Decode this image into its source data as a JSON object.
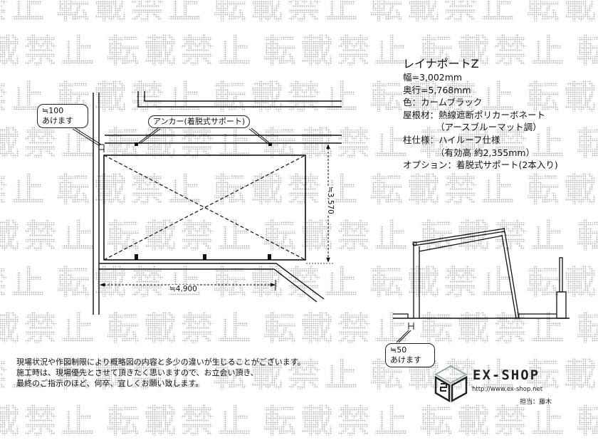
{
  "watermark": {
    "text": "転載禁止",
    "color": "#b8b8b8"
  },
  "spec": {
    "title": "レイナポートZ",
    "lines": [
      "幅=3,002mm",
      "奥行=5,768mm",
      "色：カームブラック",
      "屋根材：熱線遮断ポリカーボネート",
      "（アースブルーマット調）",
      "柱仕様：ハイルーフ仕様",
      "（有効高 約2,355mm）",
      "オプション：着脱式サポート(2本入り)"
    ]
  },
  "plan_view": {
    "callout_gap_top": {
      "line1": "≒100",
      "line2": "あけます"
    },
    "callout_anchor": "アンカー(着脱式サポート)",
    "dim_depth": "≒3,570",
    "dim_width": "≒4,900"
  },
  "side_view": {
    "callout_gap_bottom": {
      "line1": "≒50",
      "line2": "あけます"
    }
  },
  "note": {
    "lines": [
      "現場状況や作図制限により概略図の内容と多少の違いが生じることがございます。",
      "施工時は、現場優先とさせて頂きたく思いますので、お立会い頂き、",
      "最終のご指示のほど、何卒、宜しくお願い致します。"
    ]
  },
  "logo": {
    "name": "EX-SHOP",
    "url": "http://www.ex-shop.net",
    "staff": "担当：藤木"
  },
  "colors": {
    "line": "#111111",
    "watermark": "#b8b8b8",
    "background": "#ffffff"
  }
}
